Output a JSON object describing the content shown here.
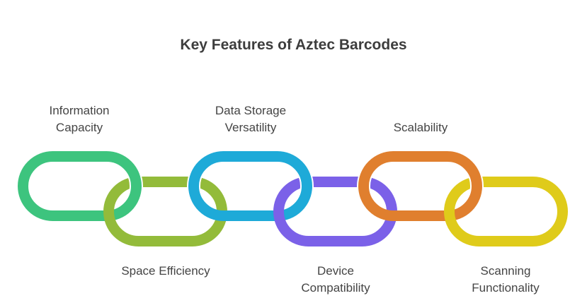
{
  "title": "Key Features of Aztec Barcodes",
  "features": [
    {
      "label": "Information\nCapacity",
      "color": "#3dc47e"
    },
    {
      "label": "Space Efficiency",
      "color": "#93bb3a"
    },
    {
      "label": "Data Storage\nVersatility",
      "color": "#1eaad8"
    },
    {
      "label": "Device\nCompatibility",
      "color": "#7b61e8"
    },
    {
      "label": "Scalability",
      "color": "#e07f2e"
    },
    {
      "label": "Scanning\nFunctionality",
      "color": "#dfcb1a"
    }
  ]
}
